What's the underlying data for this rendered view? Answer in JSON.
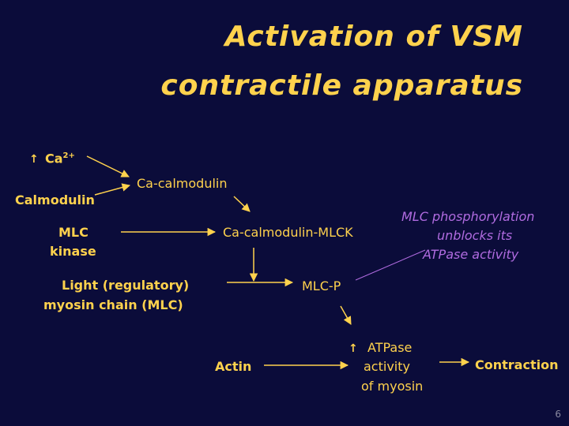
{
  "title": {
    "line1": "Activation of VSM",
    "line2": "contractile apparatus"
  },
  "nodes": {
    "ca_up": "↑",
    "ca": "Ca",
    "ca_charge": "2+",
    "calmodulin": "Calmodulin",
    "ca_calmodulin": "Ca-calmodulin",
    "mlc_kinase_1": "MLC",
    "mlc_kinase_2": "kinase",
    "ca_calmodulin_mlck": "Ca-calmodulin-MLCK",
    "light_chain_1": "Light (regulatory)",
    "light_chain_2": "myosin  chain (MLC)",
    "mlc_p": "MLC-P",
    "actin": "Actin",
    "atpase_up": "↑",
    "atpase_1": "ATPase",
    "atpase_2": "activity",
    "atpase_3": "of myosin",
    "contraction": "Contraction"
  },
  "note": {
    "line1": "MLC phosphorylation",
    "line2": "unblocks  its",
    "line3": "ATPase activity"
  },
  "page_number": "6",
  "colors": {
    "background": "#0b0c3a",
    "text": "#ffd24d",
    "note": "#b06be0"
  }
}
